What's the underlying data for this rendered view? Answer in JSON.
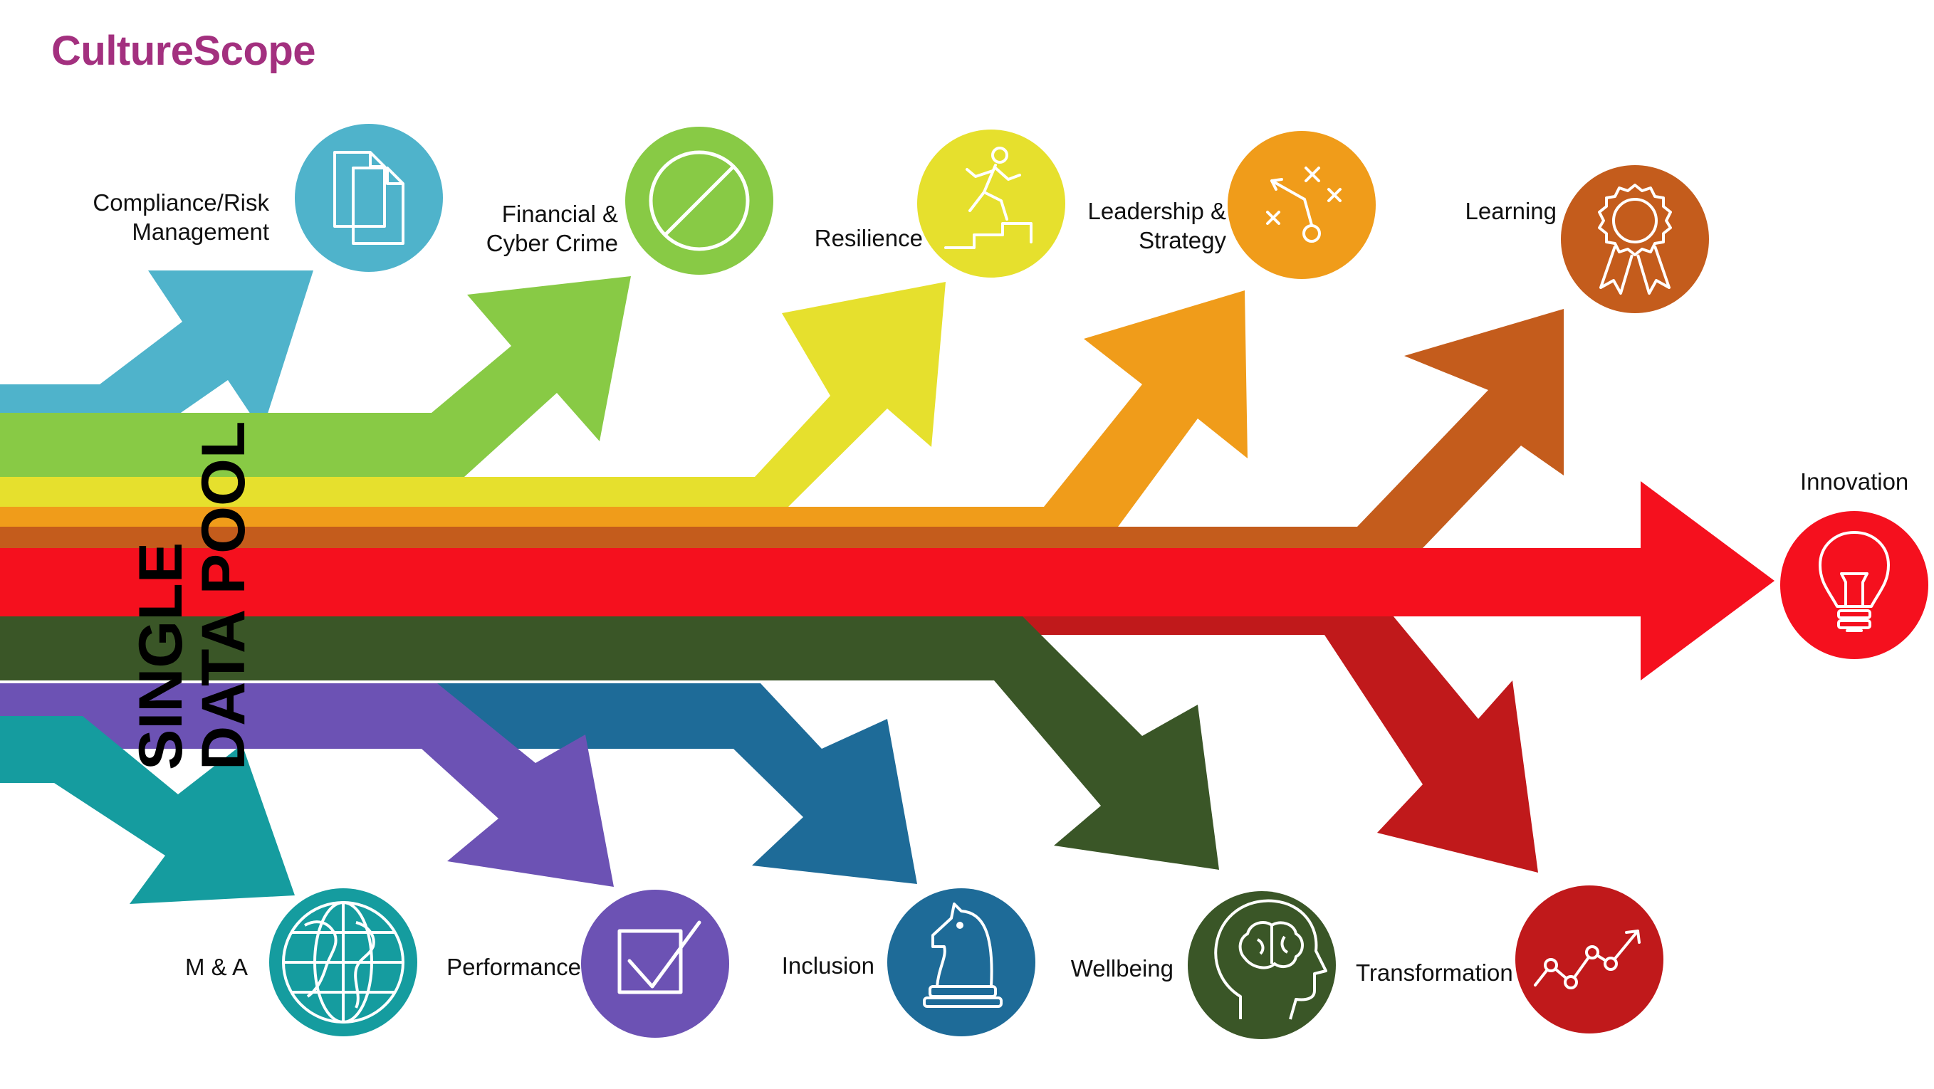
{
  "brand": {
    "name": "CultureScope",
    "color": "#A3307F"
  },
  "title": "SINGLE\nDATA POOL",
  "labels": {
    "compliance": "Compliance/Risk\nManagement",
    "financial": "Financial &\nCyber Crime",
    "resilience": "Resilience",
    "leadership": "Leadership &\nStrategy",
    "learning": "Learning",
    "innovation": "Innovation",
    "ma": "M & A",
    "performance": "Performance",
    "inclusion": "Inclusion",
    "wellbeing": "Wellbeing",
    "transformation": "Transformation"
  },
  "streams": [
    {
      "id": "compliance",
      "color": "#4FB3CB",
      "icon": "documents-icon"
    },
    {
      "id": "financial",
      "color": "#88CA45",
      "icon": "prohibited-icon"
    },
    {
      "id": "resilience",
      "color": "#E6E02D",
      "icon": "running-stairs-icon"
    },
    {
      "id": "leadership",
      "color": "#F09C1A",
      "icon": "strategy-play-icon"
    },
    {
      "id": "learning",
      "color": "#C45C1C",
      "icon": "award-ribbon-icon"
    },
    {
      "id": "innovation",
      "color": "#F5101E",
      "icon": "lightbulb-icon"
    },
    {
      "id": "transformation",
      "color": "#C0191B",
      "icon": "trend-line-icon"
    },
    {
      "id": "wellbeing",
      "color": "#3A5627",
      "icon": "head-brain-icon"
    },
    {
      "id": "inclusion",
      "color": "#1E6B98",
      "icon": "chess-knight-icon"
    },
    {
      "id": "performance",
      "color": "#6C52B4",
      "icon": "checkbox-icon"
    },
    {
      "id": "ma",
      "color": "#159C9F",
      "icon": "globe-icon"
    }
  ]
}
